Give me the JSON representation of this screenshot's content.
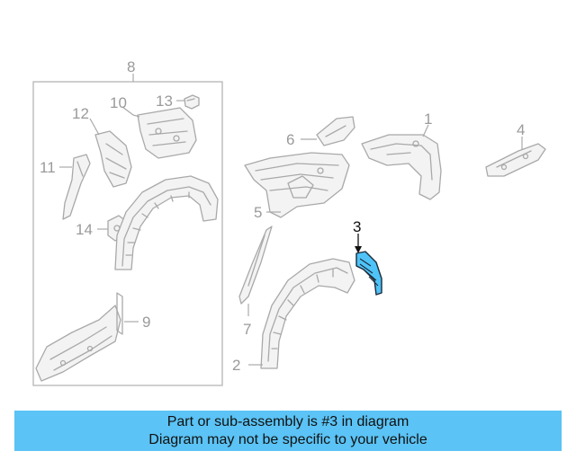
{
  "callouts": {
    "c1": "1",
    "c2": "2",
    "c3": "3",
    "c4": "4",
    "c5": "5",
    "c6": "6",
    "c7": "7",
    "c8": "8",
    "c9": "9",
    "c10": "10",
    "c11": "11",
    "c12": "12",
    "c13": "13",
    "c14": "14"
  },
  "highlighted_part": "3",
  "colors": {
    "highlight_fill": "#4fc3f7",
    "banner_background": "#5bc3f5",
    "line_art": "#a9a9a9"
  },
  "banner": {
    "line1": "Part or sub-assembly is #3 in diagram",
    "line2": "Diagram may not be specific to your vehicle"
  }
}
